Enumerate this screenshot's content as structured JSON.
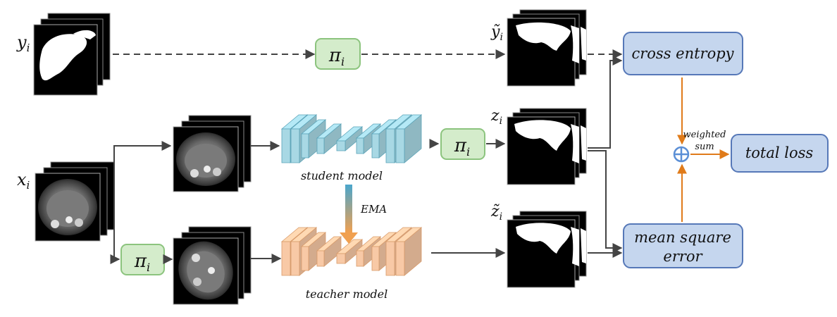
{
  "labels": {
    "y": "y",
    "y_sub": "i",
    "x": "x",
    "x_sub": "i",
    "y_tilde": "ỹ",
    "y_tilde_sub": "i",
    "z": "z",
    "z_sub": "i",
    "z_tilde": "z̃",
    "z_tilde_sub": "i"
  },
  "transform": {
    "symbol": "π",
    "sub": "i"
  },
  "models": {
    "student": "student model",
    "teacher": "teacher model",
    "ema": "EMA"
  },
  "losses": {
    "cross_entropy": "cross entropy",
    "mse_line1": "mean square",
    "mse_line2": "error",
    "total": "total loss",
    "weighted_line1": "weighted",
    "weighted_line2": "sum",
    "plus": "⊕"
  },
  "colors": {
    "student_fill": "#a8d8e4",
    "teacher_fill": "#f8c9a6",
    "pi_fill": "#d4eccb",
    "pi_stroke": "#8cc47e",
    "loss_fill": "#c5d6ee",
    "loss_stroke": "#5678b8",
    "orange": "#e07b1a",
    "ema_top": "#4aa6cc",
    "ema_bottom": "#f0a050"
  }
}
